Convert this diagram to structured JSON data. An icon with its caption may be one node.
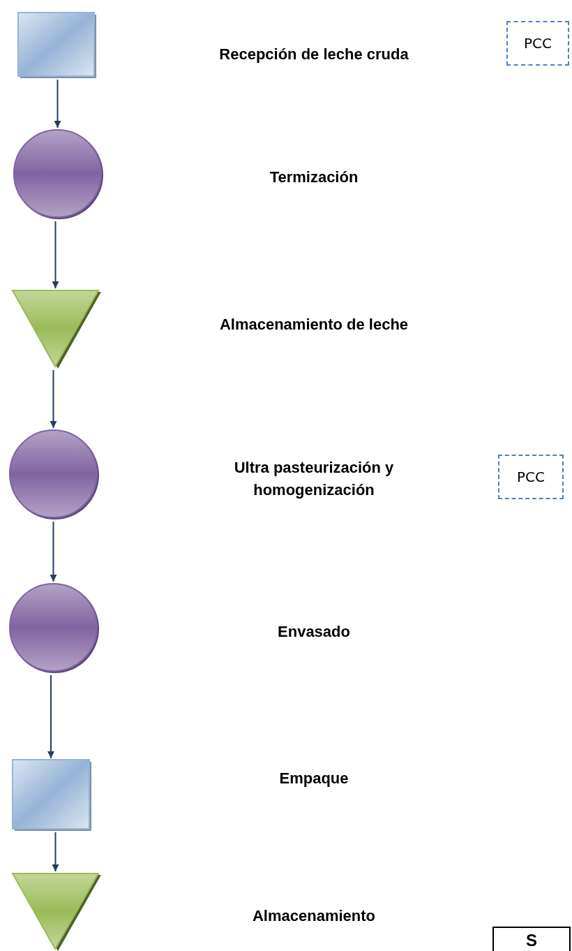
{
  "diagram": {
    "nodes": [
      {
        "text": [],
        "shape": "box"
      },
      {
        "text": [],
        "shape": "circle"
      },
      {
        "text": [],
        "shape": "triangle"
      },
      {
        "text": [],
        "shape": "circle"
      },
      {
        "text": [],
        "shape": "circle"
      },
      {
        "text": [],
        "shape": "box"
      },
      {
        "text": [],
        "shape": "triangle"
      },
      {
        "text": [
          "PCC"
        ]
      },
      {
        "text": [
          "PCC"
        ]
      },
      {
        "text": [
          "S"
        ]
      }
    ],
    "edges": [
      {
        "from": 0,
        "to": 1,
        "arrow": "to"
      },
      {
        "from": 1,
        "to": 2,
        "arrow": "to"
      },
      {
        "from": 2,
        "to": 3,
        "arrow": "to"
      },
      {
        "from": 3,
        "to": 4,
        "arrow": "to"
      },
      {
        "from": 4,
        "to": 5,
        "arrow": "to"
      },
      {
        "from": 5,
        "to": 6,
        "arrow": "to"
      }
    ],
    "labels": [
      "Recepción de leche cruda",
      "Termización",
      "Almacenamiento de leche",
      "Ultra pasteurización y homogenización",
      "Envasado",
      "Empaque",
      "Almacenamiento"
    ]
  }
}
